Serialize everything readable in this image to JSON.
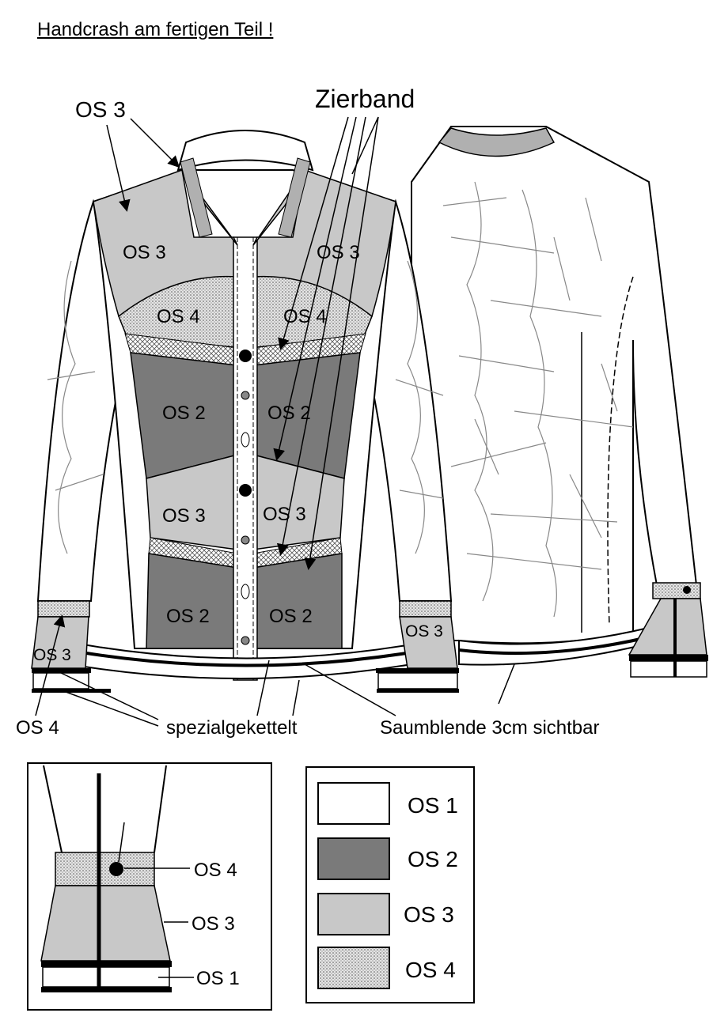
{
  "title": "Handcrash am fertigen Teil !",
  "callouts": {
    "zierband": "Zierband",
    "os3_top": "OS 3",
    "os4_cuff": "OS 4",
    "spezialgekettelt": "spezialgekettelt",
    "saumblende": "Saumblende 3cm sichtbar"
  },
  "front_panels": {
    "yoke_left": "OS 3",
    "yoke_right": "OS 3",
    "band_left": "OS 4",
    "band_right": "OS 4",
    "upper_left": "OS 2",
    "upper_right": "OS 2",
    "mid_left": "OS 3",
    "mid_right": "OS 3",
    "lower_left": "OS 2",
    "lower_right": "OS 2",
    "cuff_left": "OS 3",
    "cuff_right": "OS 3"
  },
  "cuff_detail": {
    "band": "OS 4",
    "cuff": "OS 3",
    "hem": "OS 1"
  },
  "legend": [
    {
      "label": "OS 1",
      "color": "#ffffff"
    },
    {
      "label": "OS 2",
      "color": "#7a7a7a"
    },
    {
      "label": "OS 3",
      "color": "#c8c8c8"
    },
    {
      "label": "OS 4",
      "color": "#d9d9d9"
    }
  ]
}
